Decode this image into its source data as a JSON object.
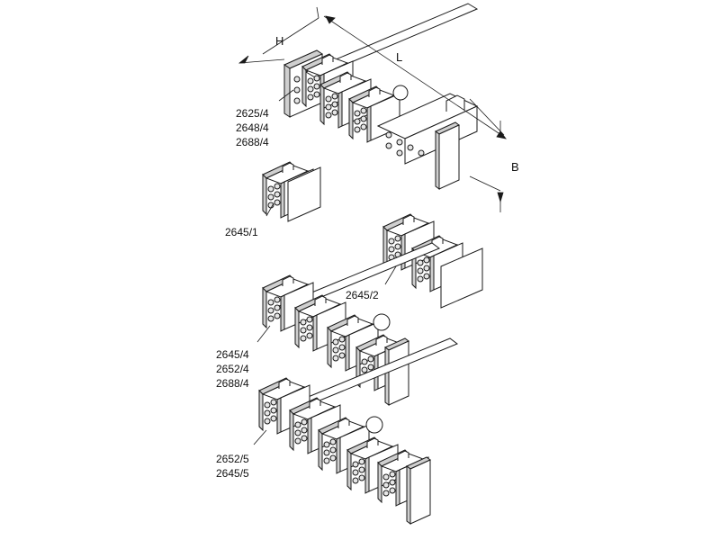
{
  "dimensions": {
    "height": "H",
    "length": "L",
    "width": "B"
  },
  "groups": [
    {
      "id": "four-terminal-top",
      "labels": [
        "2625/4",
        "2648/4",
        "2688/4"
      ]
    },
    {
      "id": "single-terminal",
      "labels": [
        "2645/1"
      ]
    },
    {
      "id": "two-terminal",
      "labels": [
        "2645/2"
      ]
    },
    {
      "id": "four-terminal",
      "labels": [
        "2645/4",
        "2652/4",
        "2688/4"
      ]
    },
    {
      "id": "five-terminal",
      "labels": [
        "2652/5",
        "2645/5"
      ]
    }
  ],
  "colors": {
    "line": "#1a1a1a",
    "plate": "#cfcfcf",
    "face": "#ffffff",
    "screw": "#e6e6e6"
  }
}
